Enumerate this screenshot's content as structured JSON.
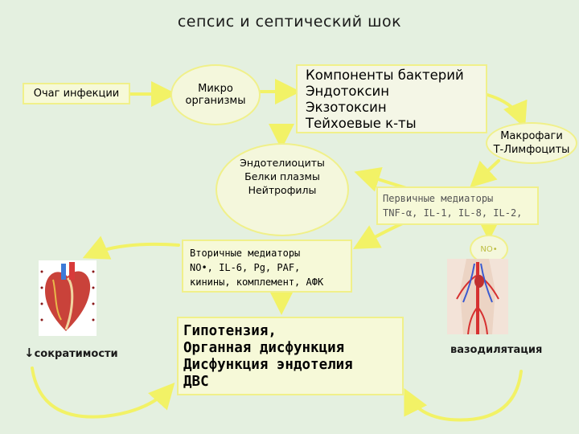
{
  "title": "сепсис и септический шок",
  "nodes": {
    "infection_focus": "Очаг инфекции",
    "microorganisms": [
      "Микро",
      "организмы"
    ],
    "bacteria_components": [
      "Компоненты бактерий",
      "Эндотоксин",
      "Экзотоксин",
      "Тейхоевые к-ты"
    ],
    "macrophages": [
      "Макрофаги",
      "Т-Лимфоциты"
    ],
    "endothelium": [
      "Эндотелиоциты",
      "Белки плазмы",
      "Нейтрофилы"
    ],
    "primary_mediators": [
      "Первичные медиаторы",
      "TNF-α, IL-1, IL-8, IL-2,"
    ],
    "secondary_mediators": [
      "Вторичные медиаторы",
      "NO•, IL-6, Pg, PAF,",
      "кинины, комплемент, АФК"
    ],
    "no_label": "NO•",
    "outcomes": [
      "Гипотензия,",
      "Органная дисфункция",
      "Дисфункция эндотелия",
      "ДВС"
    ],
    "contractility": "сократимости",
    "contractility_arrow": "↓",
    "vasodilation": "вазодилятация"
  },
  "colors": {
    "arrow": "#f2f266",
    "box_border": "#f0f08a",
    "background": "#e4f0e0"
  }
}
